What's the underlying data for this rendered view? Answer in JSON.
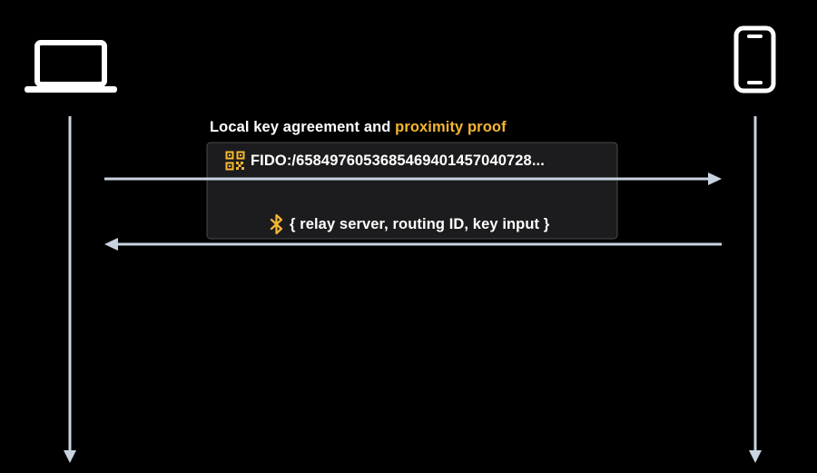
{
  "diagram": {
    "heading_prefix": "Local key agreement and ",
    "heading_accent": "proximity proof",
    "message_1": "FIDO:/6584976053685469401457040728...",
    "message_2": "{ relay server, routing ID, key input }",
    "icons": {
      "left_device": "laptop-icon",
      "right_device": "smartphone-icon",
      "message_1": "qr-code-icon",
      "message_2": "bluetooth-icon"
    },
    "colors": {
      "background": "#000000",
      "text": "#ffffff",
      "accent": "#f5b731",
      "arrow": "#c9d3e0",
      "box": "#1c1c1e"
    }
  }
}
